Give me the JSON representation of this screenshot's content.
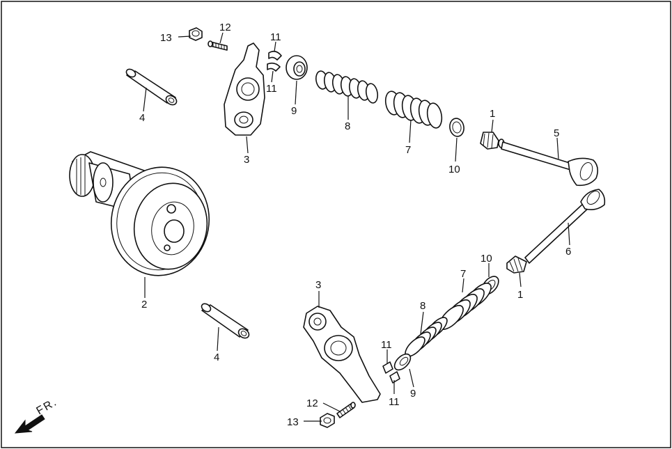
{
  "direction_label": "FR.",
  "callouts": [
    {
      "id": "c13a",
      "text": "13"
    },
    {
      "id": "c12a",
      "text": "12"
    },
    {
      "id": "c11a",
      "text": "11"
    },
    {
      "id": "c11b",
      "text": "11"
    },
    {
      "id": "c4a",
      "text": "4"
    },
    {
      "id": "c3a",
      "text": "3"
    },
    {
      "id": "c9a",
      "text": "9"
    },
    {
      "id": "c8a",
      "text": "8"
    },
    {
      "id": "c7a",
      "text": "7"
    },
    {
      "id": "c10a",
      "text": "10"
    },
    {
      "id": "c1a",
      "text": "1"
    },
    {
      "id": "c5",
      "text": "5"
    },
    {
      "id": "c2",
      "text": "2"
    },
    {
      "id": "c6",
      "text": "6"
    },
    {
      "id": "c1b",
      "text": "1"
    },
    {
      "id": "c10b",
      "text": "10"
    },
    {
      "id": "c7b",
      "text": "7"
    },
    {
      "id": "c3b",
      "text": "3"
    },
    {
      "id": "c8b",
      "text": "8"
    },
    {
      "id": "c4b",
      "text": "4"
    },
    {
      "id": "c11c",
      "text": "11"
    },
    {
      "id": "c11d",
      "text": "11"
    },
    {
      "id": "c9b",
      "text": "9"
    },
    {
      "id": "c12b",
      "text": "12"
    },
    {
      "id": "c13b",
      "text": "13"
    }
  ]
}
